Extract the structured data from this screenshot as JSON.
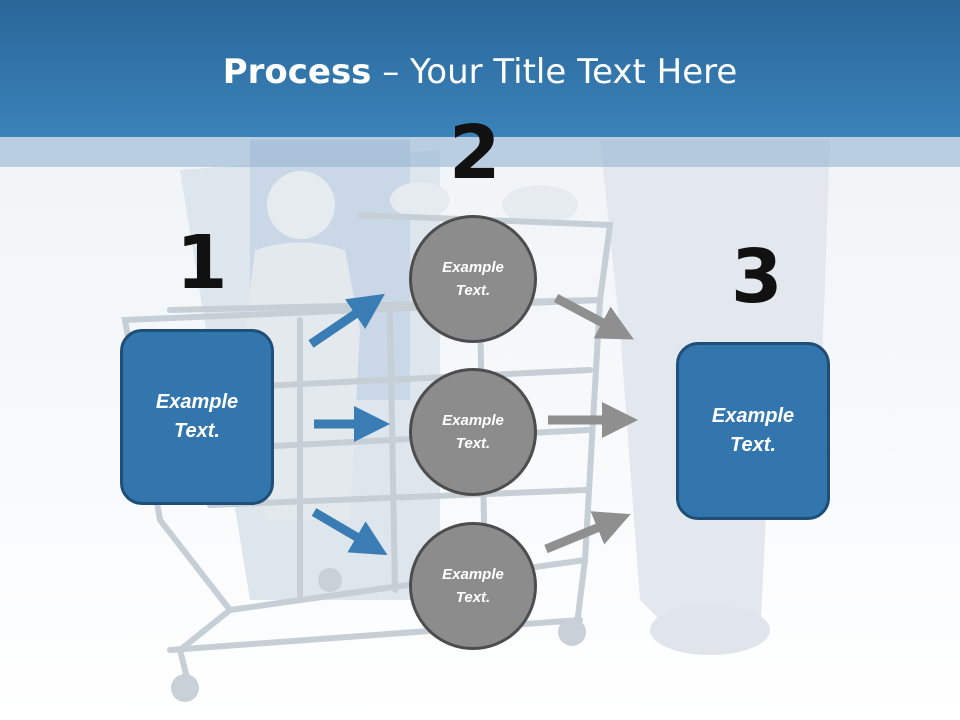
{
  "slide": {
    "title_bold": "Process",
    "title_rest": " – Your Title Text Here",
    "header_color": "#3a82b9"
  },
  "steps": {
    "step1": {
      "number": "1",
      "text": "Example\nText."
    },
    "step2": {
      "number": "2",
      "items": [
        {
          "text": "Example\nText."
        },
        {
          "text": "Example\nText."
        },
        {
          "text": "Example\nText."
        }
      ]
    },
    "step3": {
      "number": "3",
      "text": "Example\nText."
    }
  },
  "colors": {
    "box_fill": "#3276ad",
    "circle_fill": "#8c8c8c",
    "arrow_blue": "#3a7db5",
    "arrow_gray": "#8f8f8f"
  }
}
